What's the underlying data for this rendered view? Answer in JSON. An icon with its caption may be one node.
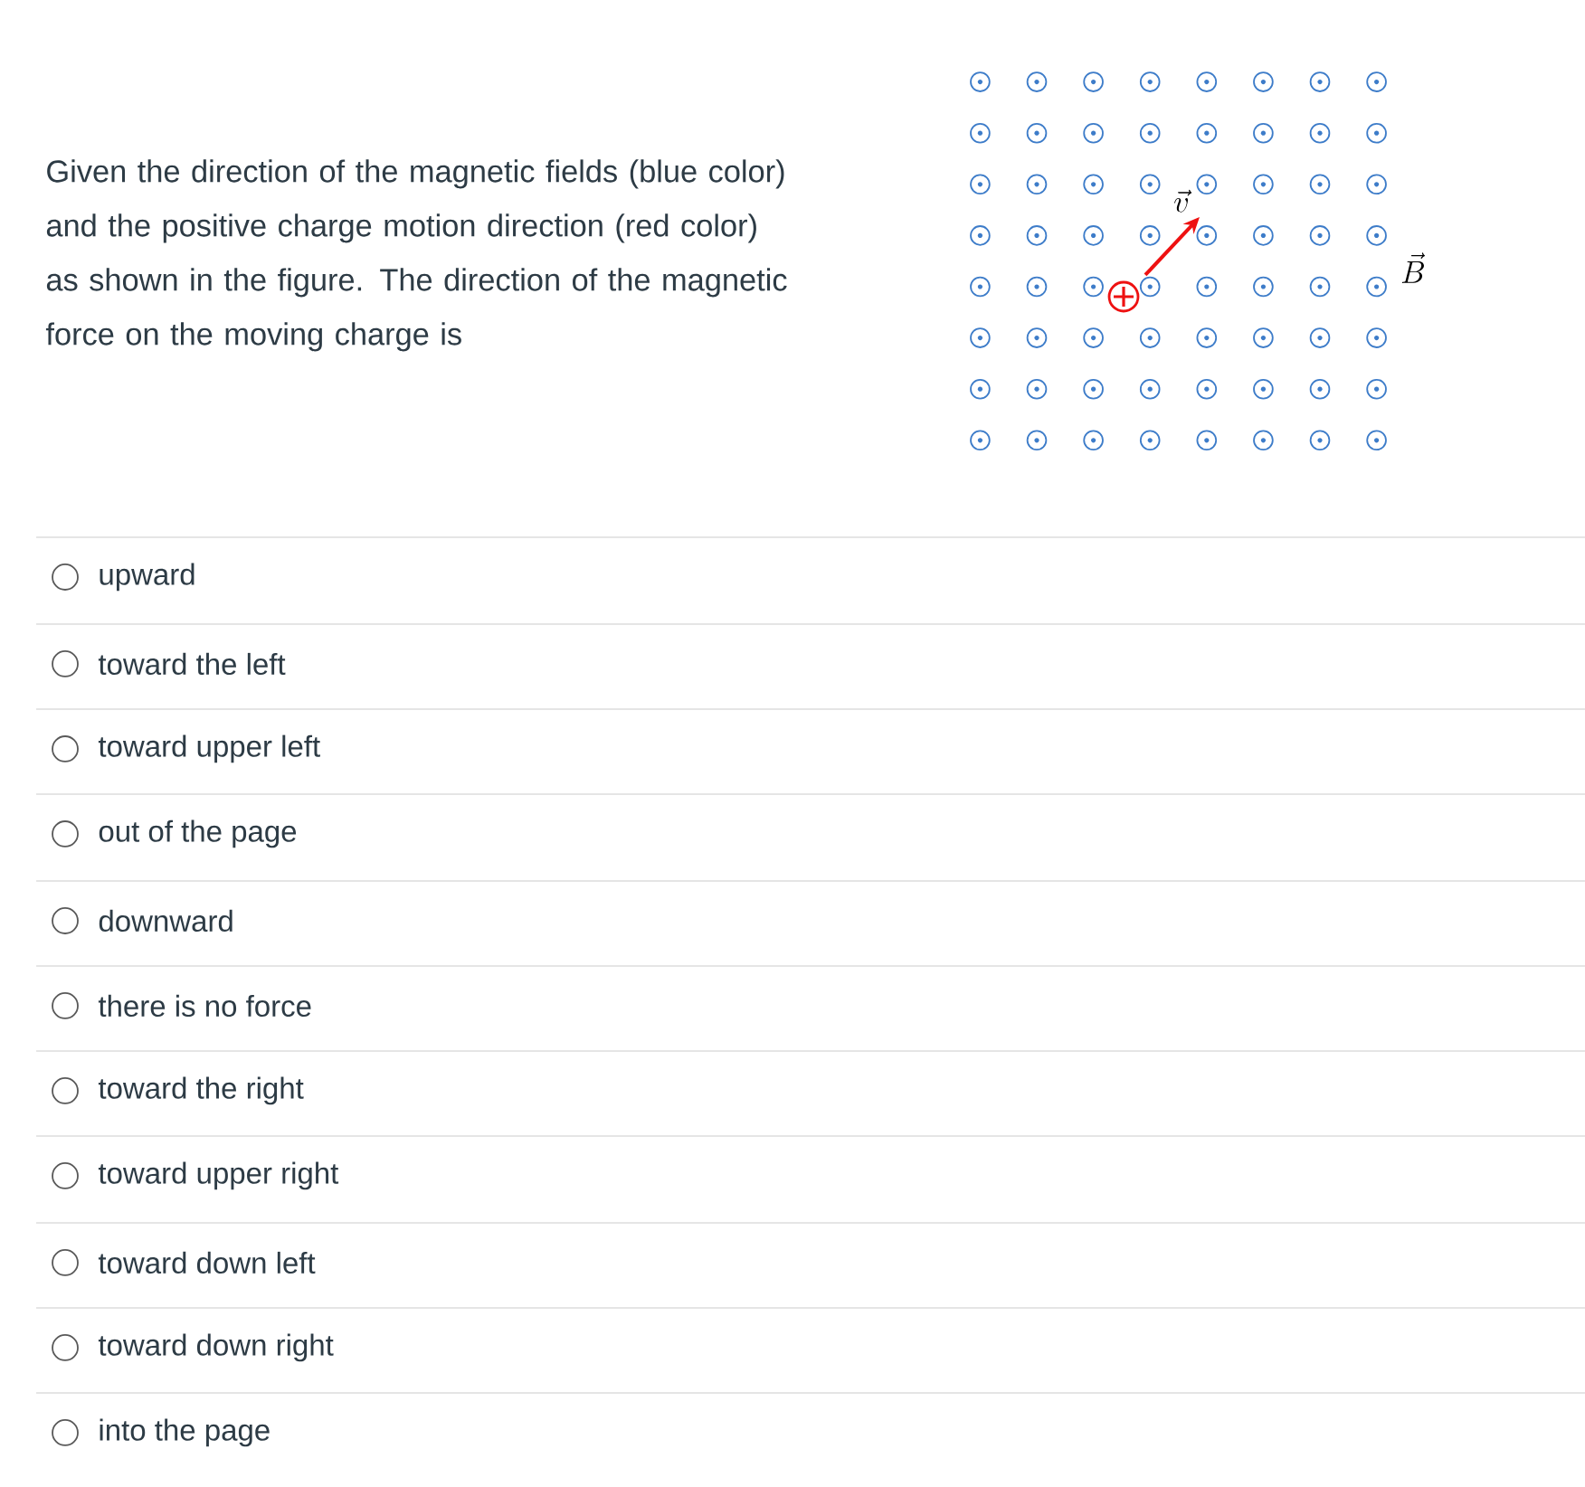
{
  "diagram": {
    "labels": [
      "Given the direction of the magnetic fields (blue color) and the positive charge motion direction (red color) as shown in the figure. The direction of the magnetic force on the moving charge is",
      "\\vec{v}",
      "\\vec{B}",
      "upward",
      "toward the left",
      "toward upper left",
      "out of the page",
      "downward",
      "there is no force",
      "toward the right",
      "toward upper right",
      "toward down left",
      "toward down right",
      "into the page"
    ]
  }
}
